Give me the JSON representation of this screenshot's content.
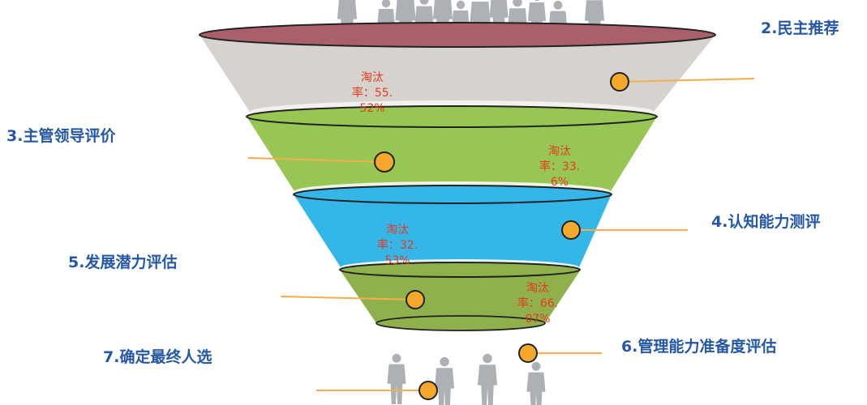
{
  "steps": [
    {
      "label": "2.民主推荐"
    },
    {
      "label": "3.主管领导评价"
    },
    {
      "label": "4.认知能力测评"
    },
    {
      "label": "5.发展潜力评估"
    },
    {
      "label": "6.管理能力准备度评估"
    },
    {
      "label": "7.确定最终人选"
    }
  ],
  "rates": [
    {
      "l1": "淘汰",
      "l2": "率：55.",
      "l3": "52%"
    },
    {
      "l1": "淘汰",
      "l2": "率：33.",
      "l3": "6%"
    },
    {
      "l1": "淘汰",
      "l2": "率：32.",
      "l3": "53%"
    },
    {
      "l1": "淘汰",
      "l2": "率：66.",
      "l3": "07%"
    }
  ],
  "colors": {
    "label_text": "#2457a6",
    "rate_text": "#e8391f",
    "stage1": "#d6d3cf",
    "stage1_top": "#a9606a",
    "stage2": "#98c655",
    "stage3": "#34b7e8",
    "stage4": "#8fb04c",
    "marker": "#f4a82c",
    "connector": "#f3b04a",
    "people": "#9fa3a8"
  },
  "icons": [
    "person-icon"
  ]
}
